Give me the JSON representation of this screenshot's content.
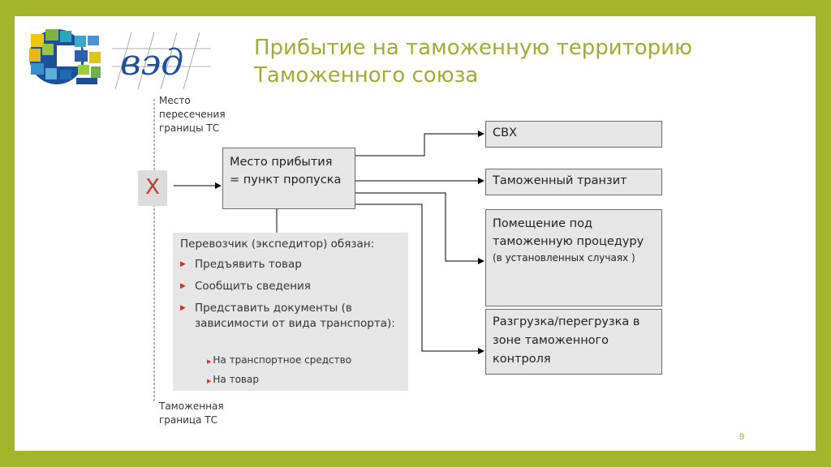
{
  "title": {
    "line1": "Прибытие на таможенную территорию",
    "line2": "Таможенного союза"
  },
  "logo_text": "вэд",
  "border_crossing_label": [
    "Место",
    "пересечения",
    "границы ТС"
  ],
  "customs_border_label": [
    "Таможенная",
    "граница ТС"
  ],
  "crossing_marker": "X",
  "arrival_box": [
    "Место прибытия",
    "= пункт пропуска"
  ],
  "destinations": [
    {
      "lines": [
        "СВХ"
      ],
      "note": ""
    },
    {
      "lines": [
        "Таможенный транзит"
      ],
      "note": ""
    },
    {
      "lines": [
        "Помещение под",
        "таможенную процедуру"
      ],
      "note": "(в установленных случаях )"
    },
    {
      "lines": [
        "Разгрузка/перегрузка в",
        "зоне таможенного",
        "контроля"
      ],
      "note": ""
    }
  ],
  "duties": {
    "heading": "Перевозчик (экспедитор) обязан:",
    "items": [
      "Предъявить товар",
      "Сообщить сведения",
      "Представить документы (в зависимости от вида транспорта):"
    ],
    "subitems": [
      "На транспортное средство",
      "На товар"
    ]
  },
  "page_number": "9",
  "colors": {
    "accent": "#a0ac34",
    "frame": "#a3b62b",
    "marker": "#c0392b",
    "box_fill": "#e6e6e6"
  }
}
